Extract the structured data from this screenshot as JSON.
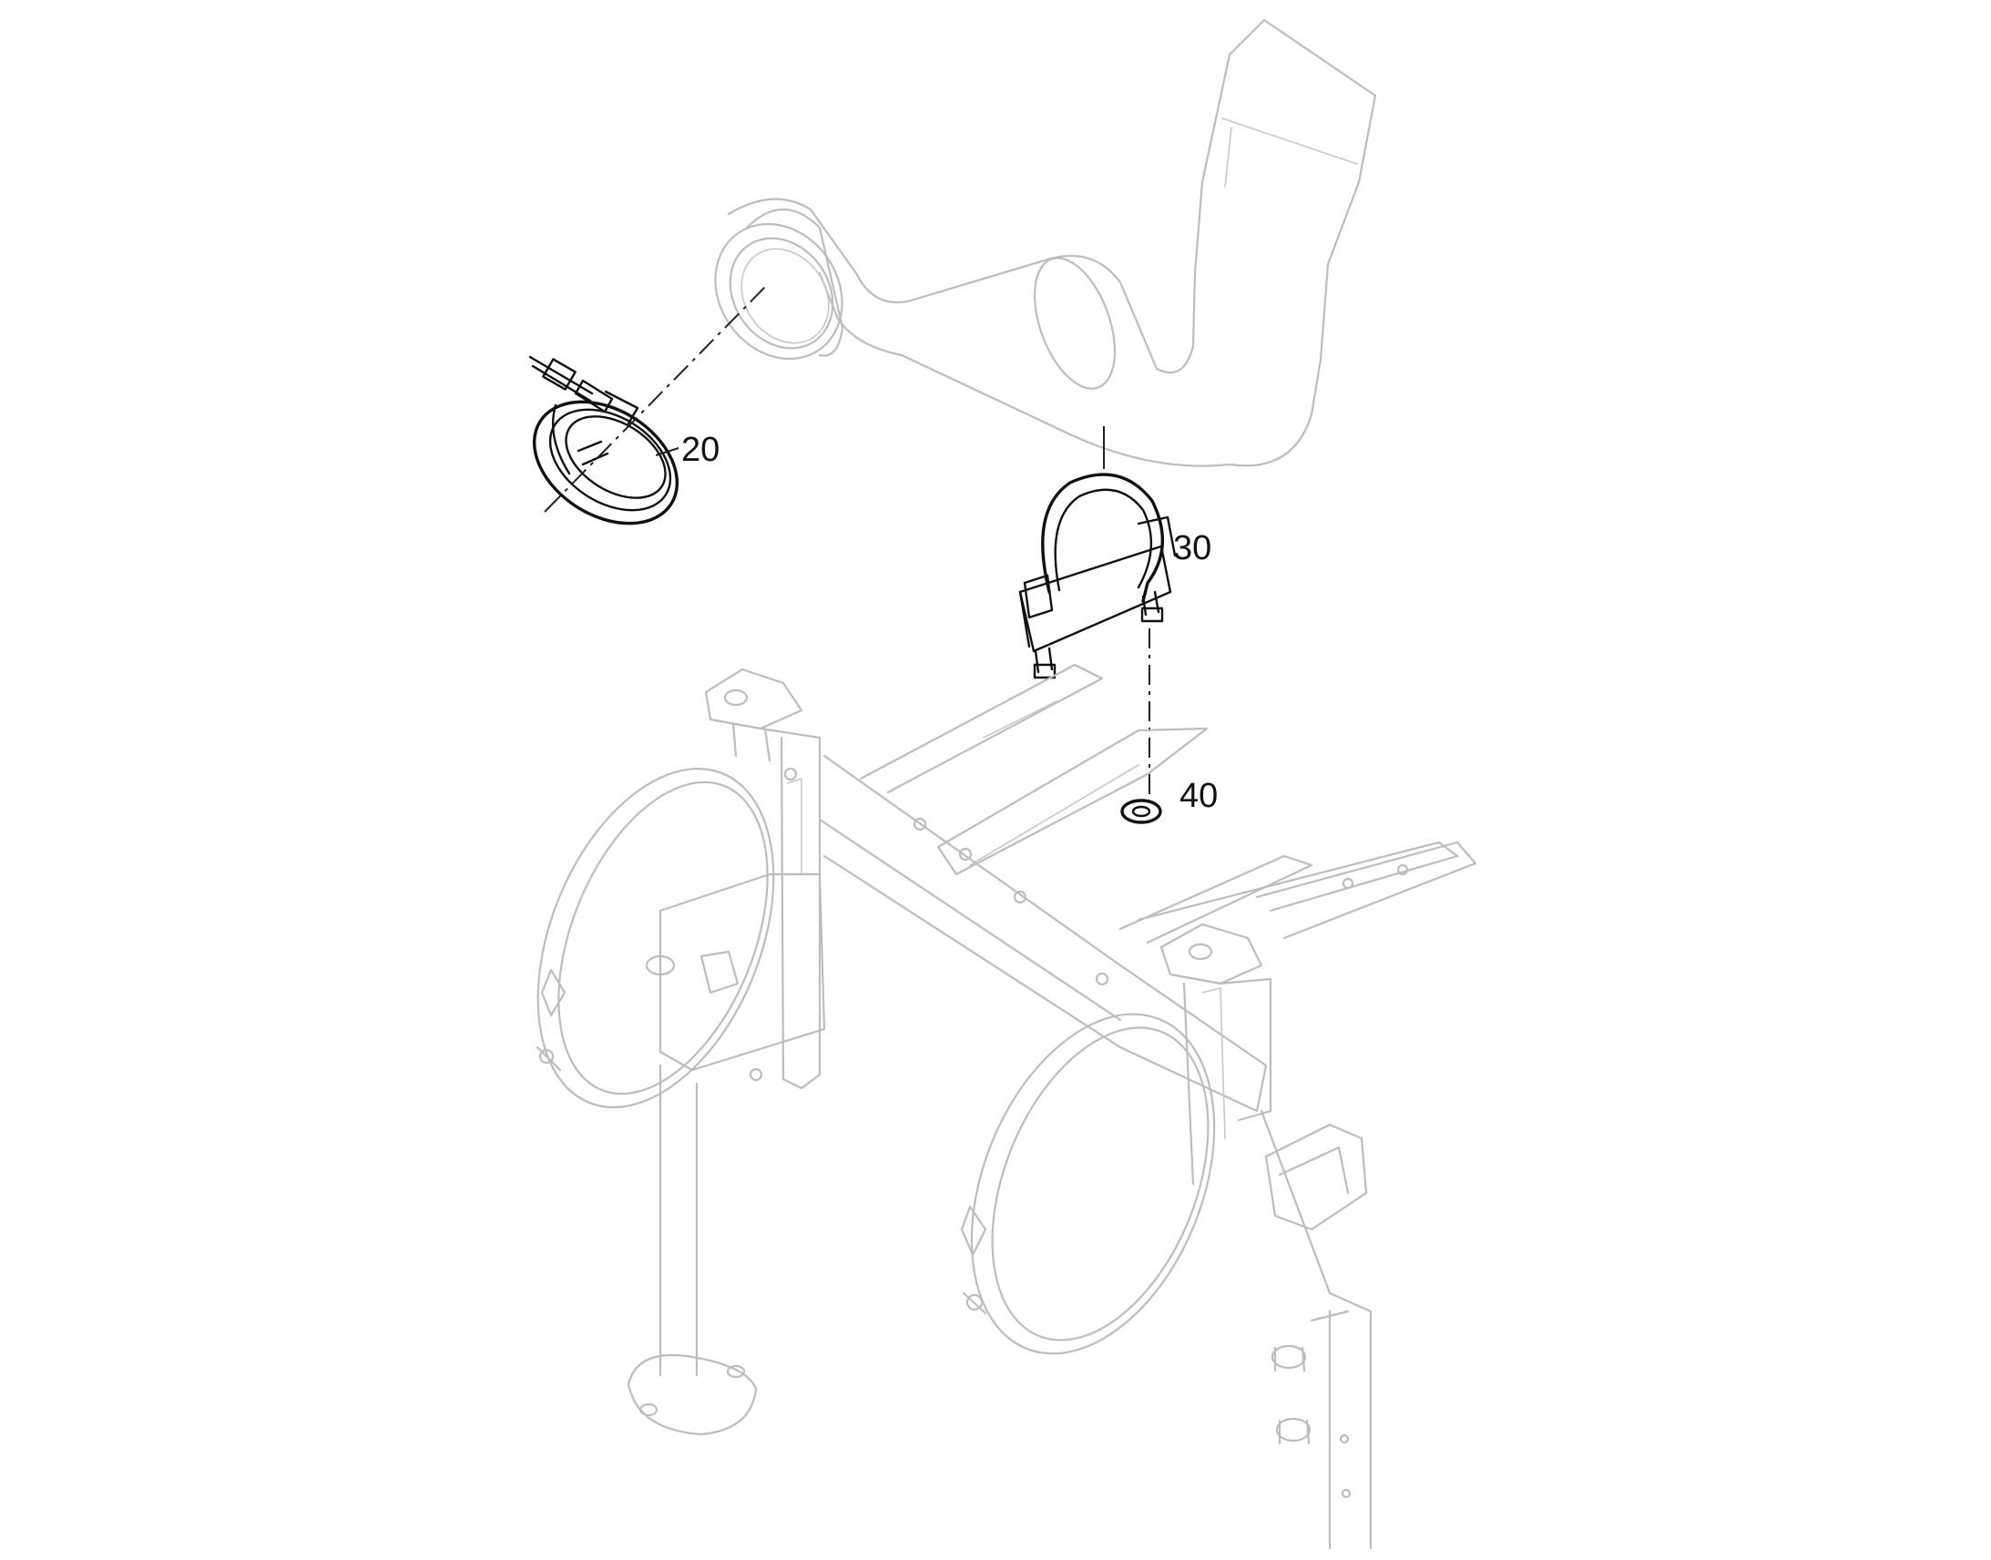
{
  "callouts": {
    "item_20": "20",
    "item_30": "30",
    "item_40": "40"
  },
  "colors": {
    "highlight_part": "#111111",
    "context_part": "#bdbdbd",
    "background": "#ffffff"
  }
}
